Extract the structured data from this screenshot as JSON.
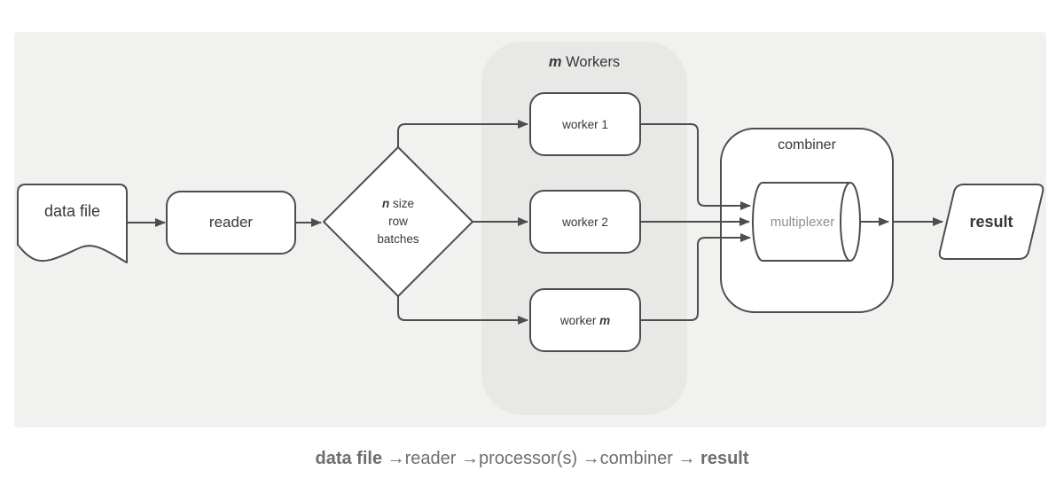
{
  "diagram": {
    "type": "flowchart",
    "nodes": {
      "data_file": {
        "label": "data file",
        "shape": "document"
      },
      "reader": {
        "label": "reader",
        "shape": "rounded-rectangle"
      },
      "batcher": {
        "n": "n",
        "line1_rest": " size",
        "line2": "row",
        "line3": "batches",
        "shape": "diamond"
      },
      "workers_group": {
        "m": "m",
        "title_rest": " Workers",
        "shape": "group-container"
      },
      "worker_1": {
        "label": "worker 1",
        "shape": "rounded-rectangle"
      },
      "worker_2": {
        "label": "worker 2",
        "shape": "rounded-rectangle"
      },
      "worker_m": {
        "prefix": "worker ",
        "m": "m",
        "shape": "rounded-rectangle"
      },
      "combiner": {
        "label": "combiner",
        "shape": "rounded-container"
      },
      "multiplexer": {
        "label": "multiplexer",
        "shape": "horizontal-cylinder"
      },
      "result": {
        "label": "result",
        "shape": "parallelogram"
      }
    },
    "edges": [
      {
        "from": "data_file",
        "to": "reader"
      },
      {
        "from": "reader",
        "to": "batcher"
      },
      {
        "from": "batcher",
        "to": "worker_1"
      },
      {
        "from": "batcher",
        "to": "worker_2"
      },
      {
        "from": "batcher",
        "to": "worker_m"
      },
      {
        "from": "worker_1",
        "to": "multiplexer"
      },
      {
        "from": "worker_2",
        "to": "multiplexer"
      },
      {
        "from": "worker_m",
        "to": "multiplexer"
      },
      {
        "from": "multiplexer",
        "to": "combiner_edge"
      },
      {
        "from": "combiner",
        "to": "result"
      }
    ],
    "colors": {
      "page_background": "#ffffff",
      "diagram_background": "#f1f1f0",
      "workers_group_fill": "#e8e8e7",
      "node_fill": "#ffffff",
      "stroke": "#4d4d4d",
      "label_text": "#383838",
      "muted_text": "#909090",
      "caption_text": "#6e6e6e"
    }
  },
  "caption": {
    "part_bold_1": "data file",
    "part_mid": " →reader →processor(s) →combiner → ",
    "part_bold_2": "result"
  }
}
